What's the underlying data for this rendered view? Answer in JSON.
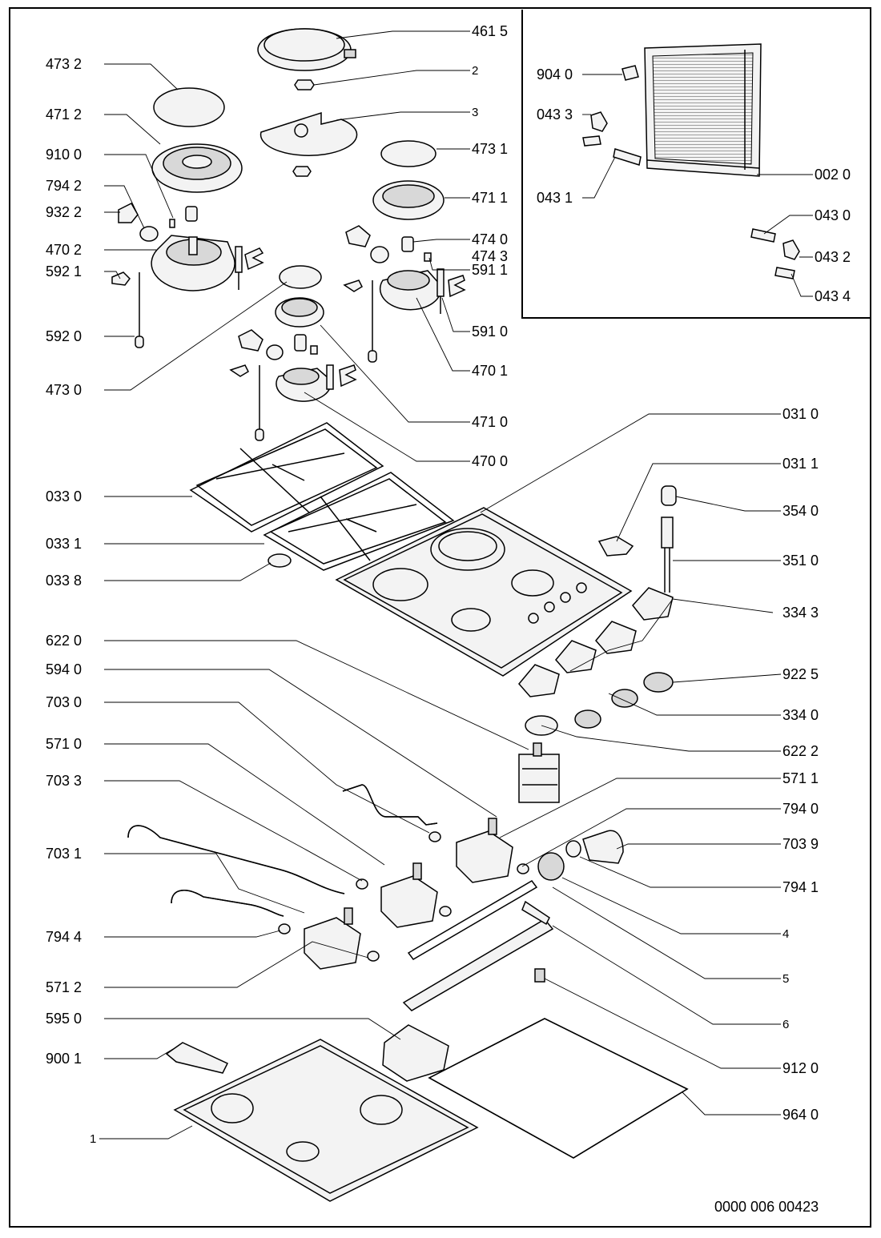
{
  "callouts": [
    {
      "text": "461 5"
    },
    {
      "text": "2"
    },
    {
      "text": "3"
    },
    {
      "text": "473 2"
    },
    {
      "text": "471 2"
    },
    {
      "text": "910 0"
    },
    {
      "text": "794 2"
    },
    {
      "text": "932 2"
    },
    {
      "text": "470 2"
    },
    {
      "text": "592 1"
    },
    {
      "text": "592 0"
    },
    {
      "text": "473 0"
    },
    {
      "text": "473 1"
    },
    {
      "text": "471 1"
    },
    {
      "text": "474 0"
    },
    {
      "text": "474 3"
    },
    {
      "text": "591 1"
    },
    {
      "text": "591 0"
    },
    {
      "text": "470 1"
    },
    {
      "text": "471 0"
    },
    {
      "text": "470 0"
    },
    {
      "text": "904 0"
    },
    {
      "text": "043 3"
    },
    {
      "text": "043 1"
    },
    {
      "text": "002 0"
    },
    {
      "text": "043 0"
    },
    {
      "text": "043 2"
    },
    {
      "text": "043 4"
    },
    {
      "text": "031 0"
    },
    {
      "text": "031 1"
    },
    {
      "text": "354 0"
    },
    {
      "text": "351 0"
    },
    {
      "text": "033 0"
    },
    {
      "text": "033 1"
    },
    {
      "text": "033 8"
    },
    {
      "text": "334 3"
    },
    {
      "text": "922 5"
    },
    {
      "text": "334 0"
    },
    {
      "text": "622 2"
    },
    {
      "text": "622 0"
    },
    {
      "text": "594 0"
    },
    {
      "text": "703 0"
    },
    {
      "text": "571 0"
    },
    {
      "text": "703 3"
    },
    {
      "text": "703 1"
    },
    {
      "text": "794 4"
    },
    {
      "text": "571 2"
    },
    {
      "text": "571 1"
    },
    {
      "text": "794 0"
    },
    {
      "text": "703 9"
    },
    {
      "text": "794 1"
    },
    {
      "text": "4"
    },
    {
      "text": "5"
    },
    {
      "text": "6"
    },
    {
      "text": "595 0"
    },
    {
      "text": "900 1"
    },
    {
      "text": "912 0"
    },
    {
      "text": "964 0"
    },
    {
      "text": "1"
    }
  ],
  "document_number": "0000 006 00423"
}
